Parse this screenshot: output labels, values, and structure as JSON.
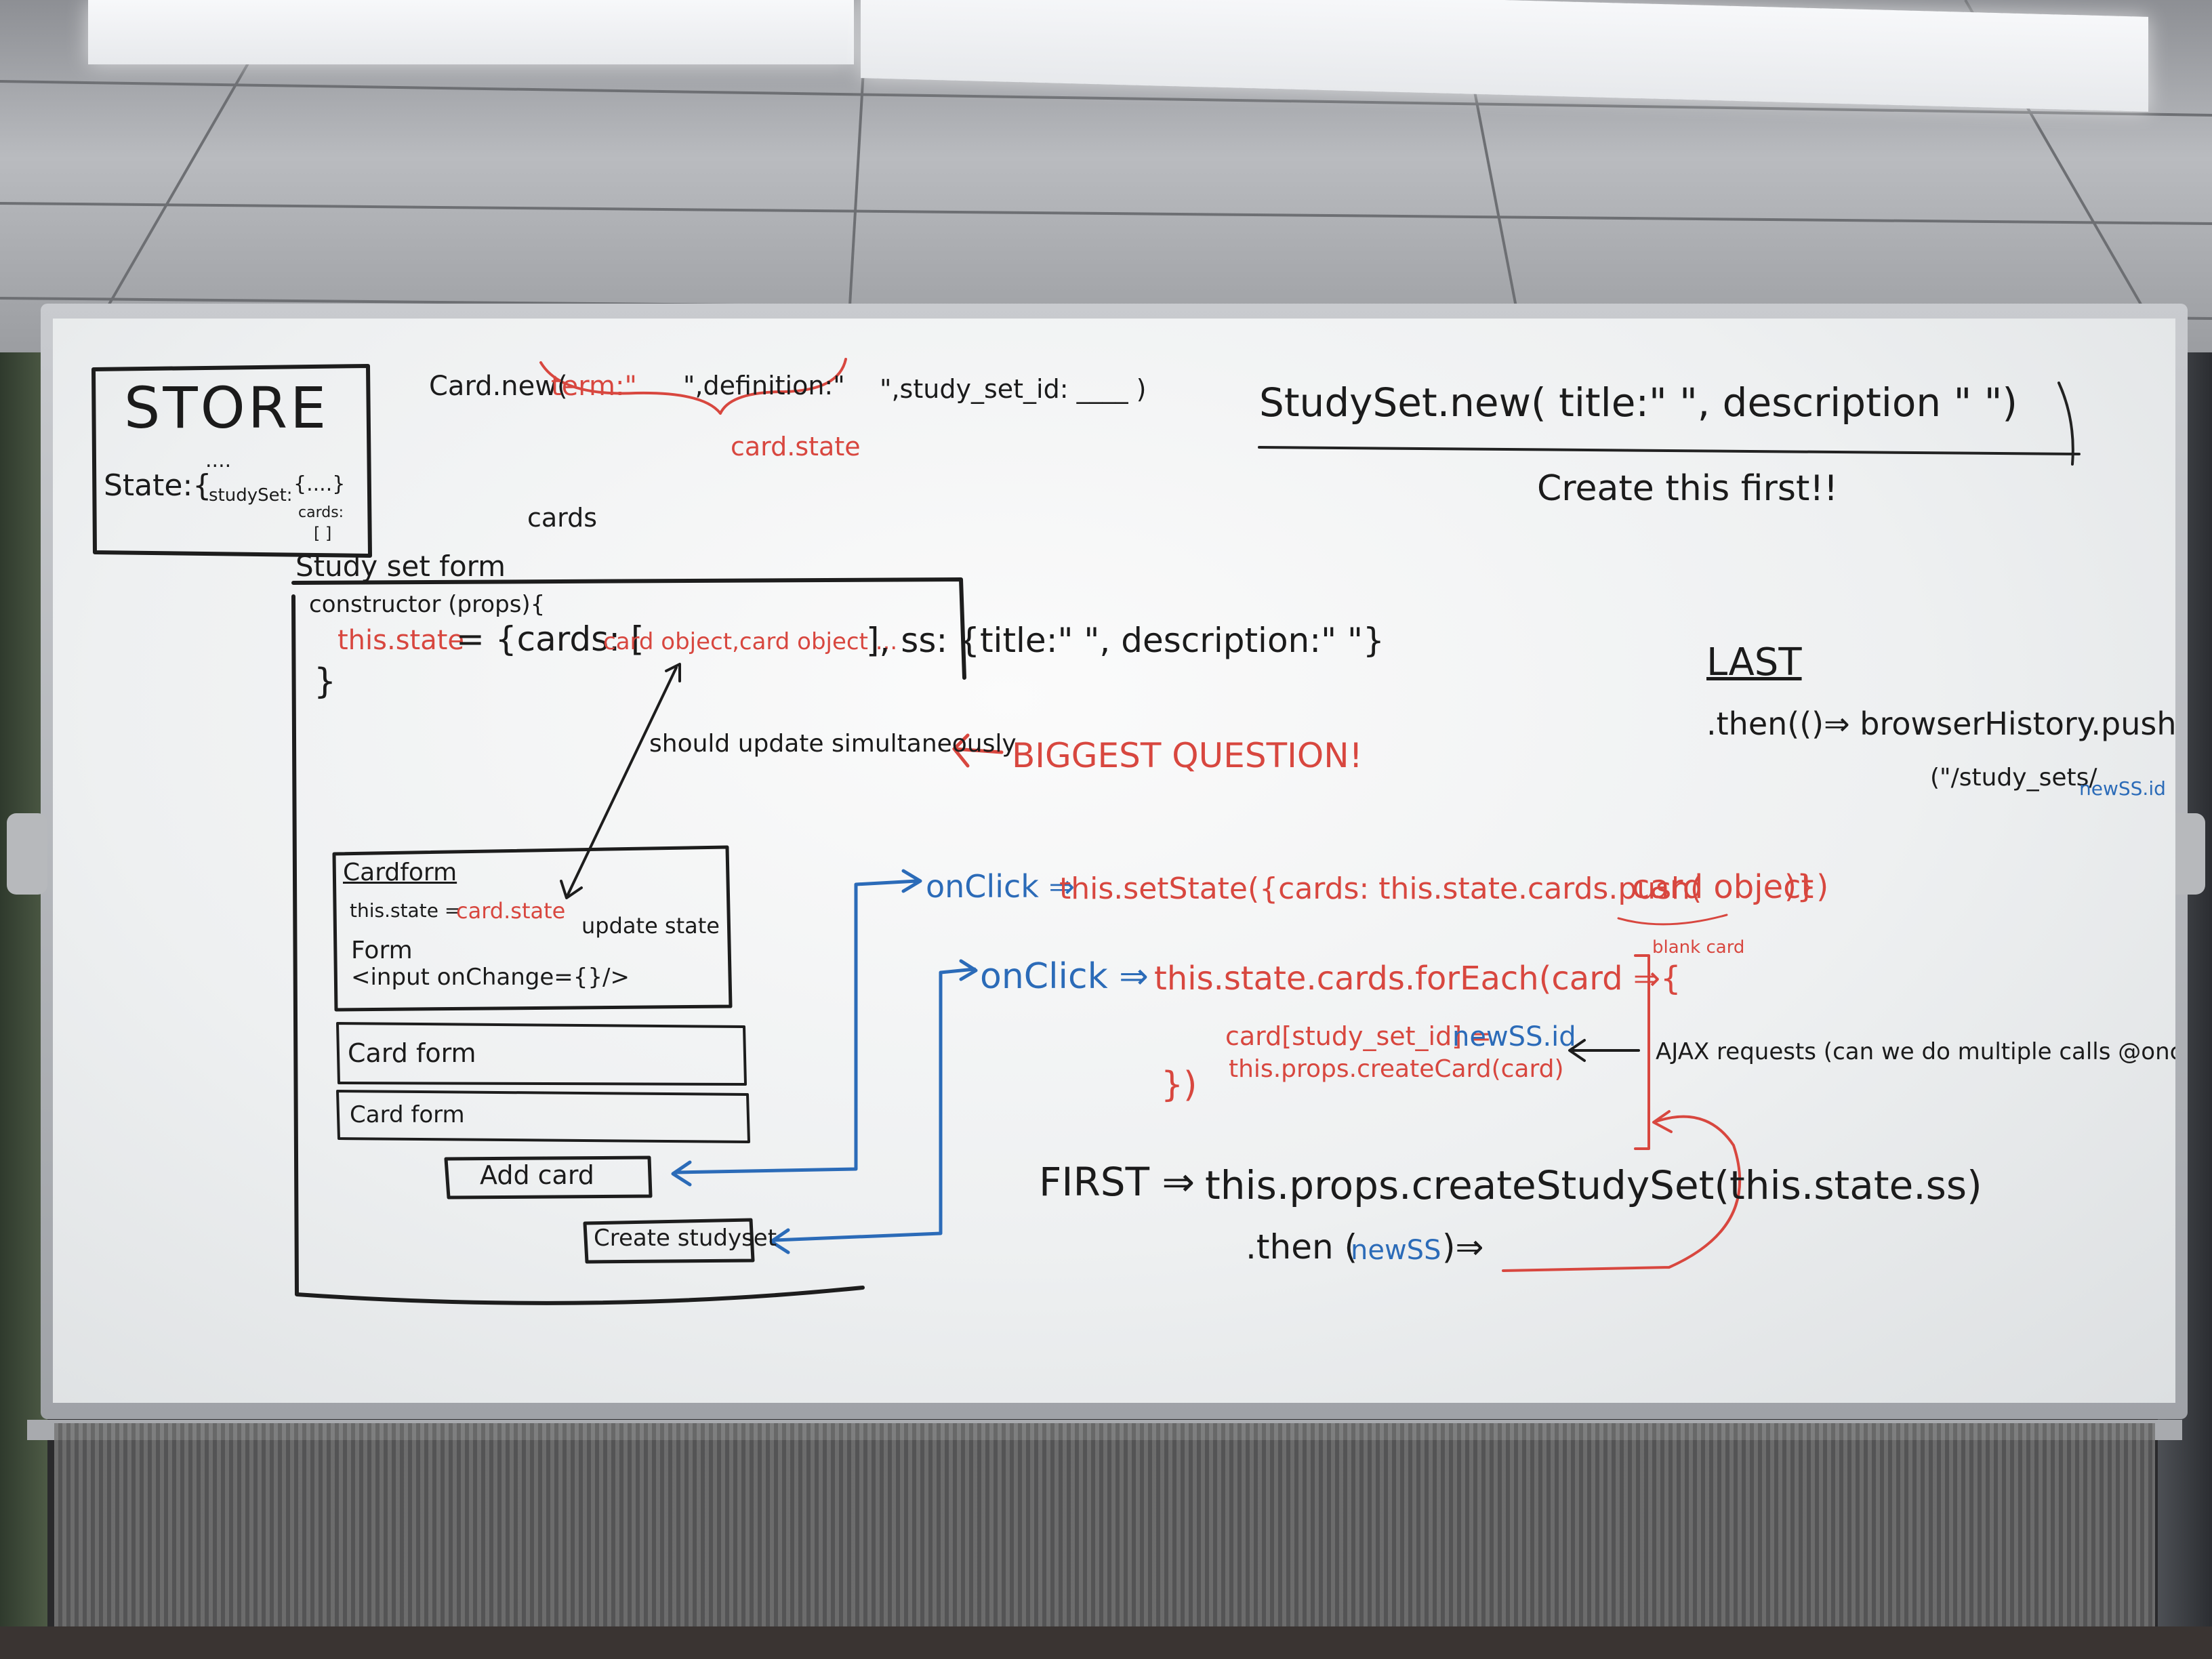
{
  "store": {
    "title": "STORE",
    "state_line": "State:{",
    "state_dots": "....",
    "study_set_key": "studySet:",
    "study_set_value": "{....}",
    "cards_key": "cards:",
    "cards_value": "[ ]"
  },
  "card_new": {
    "prefix": "Card.new(",
    "term": "term:\"",
    "definition": "\",definition:\"",
    "study_set_id": "\",study_set_id: ____ )",
    "note": "card.state"
  },
  "cards_label": "cards",
  "study_set_new": {
    "call": "StudySet.new( title:\"        \", description \"        \")",
    "note": "Create this first!!"
  },
  "study_set_form": {
    "title": "Study set form",
    "constructor": "constructor (props){",
    "state_prefix": "this.state",
    "state_eq": "= {cards: [",
    "state_cards": "card object,card object ...",
    "state_rest": "], ss: {title:\"      \", description:\"     \"}",
    "close_brace": "}"
  },
  "simultaneous_note": "should update simultaneously",
  "biggest_question": "BIGGEST QUESTION!",
  "last": {
    "label": "LAST",
    "line1": ".then(()⇒ browserHistory.push",
    "line2_prefix": "(\"/study_sets/",
    "line2_id": "newSS.id"
  },
  "card_form": {
    "title": "Cardform",
    "state_prefix": "this.state =",
    "state_value": "card.state",
    "update_note": "update state",
    "form": "Form",
    "input": "<input onChange={}/>",
    "row2": "Card form",
    "row3": "Card form"
  },
  "buttons": {
    "add_card": "Add card",
    "create_study_set": "Create studyset"
  },
  "onclick_add": {
    "event": "onClick ⇒",
    "code_prefix": "this.setState({cards: this.state.cards.push(",
    "card_object": "card object",
    "close": ")})",
    "blank_card": "blank card"
  },
  "onclick_create": {
    "event": "onClick ⇒",
    "code": "this.state.cards.forEach(card ⇒{",
    "line2_prefix": "card[study_set_id] =",
    "line2_value": "newSS.id",
    "line3": "this.props.createCard(card)",
    "close": "})"
  },
  "ajax_note": "AJAX requests (can we do multiple calls @once?)",
  "first": {
    "label": "FIRST ⇒",
    "code": "this.props.createStudySet(this.state.ss)",
    "then_prefix": ".then (",
    "then_value": "newSS",
    "then_suffix": ")⇒"
  }
}
